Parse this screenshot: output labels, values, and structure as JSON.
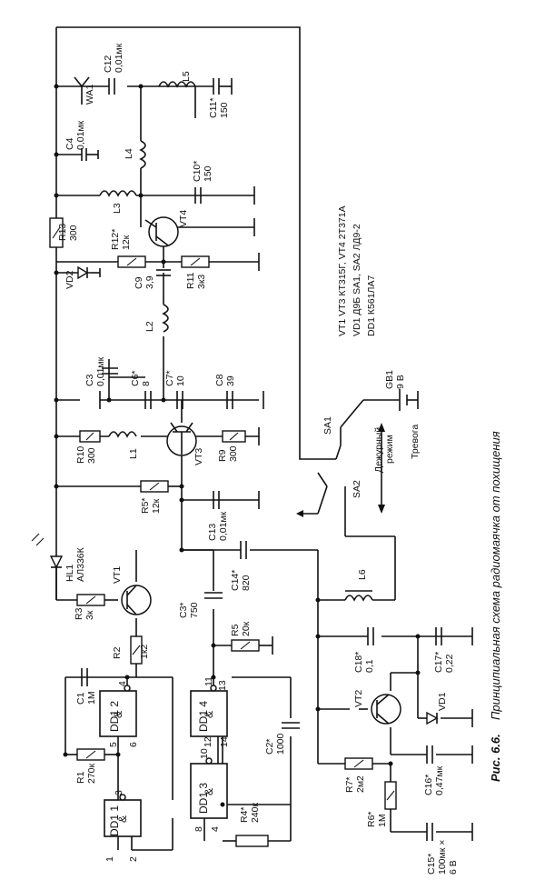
{
  "caption": {
    "number": "Рис. 6.6.",
    "text": "Принципиальная схема радиомаячка от похищения"
  },
  "components": {
    "WA1": {
      "ref": "WA1"
    },
    "C12": {
      "ref": "C12",
      "value": "0,01мк"
    },
    "L5": {
      "ref": "L5"
    },
    "C11": {
      "ref": "C11*",
      "value": "150"
    },
    "C4": {
      "ref": "C4",
      "value": "0,01мк"
    },
    "L4": {
      "ref": "L4"
    },
    "C10": {
      "ref": "C10*",
      "value": "150"
    },
    "L3": {
      "ref": "L3"
    },
    "VT4": {
      "ref": "VT4"
    },
    "R13": {
      "ref": "R13",
      "value": "300"
    },
    "R12": {
      "ref": "R12*",
      "value": "12к"
    },
    "R11": {
      "ref": "R11",
      "value": "3к3"
    },
    "C9": {
      "ref": "C9",
      "value": "3,9"
    },
    "VD2": {
      "ref": "VD2"
    },
    "L2": {
      "ref": "L2"
    },
    "C3": {
      "ref": "C3",
      "value": "0,01мк"
    },
    "C6": {
      "ref": "C6*",
      "value": "8"
    },
    "C7": {
      "ref": "C7*",
      "value": "10"
    },
    "C8": {
      "ref": "C8",
      "value": "39"
    },
    "R10": {
      "ref": "R10",
      "value": "300"
    },
    "L1": {
      "ref": "L1"
    },
    "VT3": {
      "ref": "VT3"
    },
    "R9": {
      "ref": "R9",
      "value": "300"
    },
    "R5": {
      "ref": "R5*",
      "value": "12к"
    },
    "C13": {
      "ref": "C13",
      "value": "0,01мк"
    },
    "HL1": {
      "ref": "HL1",
      "value": "АЛ336К"
    },
    "C14": {
      "ref": "C14*",
      "value": "820"
    },
    "L6": {
      "ref": "L6"
    },
    "R3": {
      "ref": "R3",
      "value": "3к"
    },
    "VT1": {
      "ref": "VT1"
    },
    "C3s": {
      "ref": "C3*",
      "value": "750"
    },
    "R2": {
      "ref": "R2",
      "value": "1к2"
    },
    "R5b": {
      "ref": "R5",
      "value": "20к"
    },
    "C18": {
      "ref": "C18*",
      "value": "0,1"
    },
    "C17": {
      "ref": "C17*",
      "value": "0,22"
    },
    "C1": {
      "ref": "C1",
      "value": "1М"
    },
    "DD12": {
      "ref": "DD1 2"
    },
    "DD14": {
      "ref": "DD1 4"
    },
    "C2": {
      "ref": "C2*",
      "value": "1000"
    },
    "VT2": {
      "ref": "VT2"
    },
    "VD1": {
      "ref": "VD1"
    },
    "R1": {
      "ref": "R1",
      "value": "270к"
    },
    "R7": {
      "ref": "R7*",
      "value": "2м2"
    },
    "C16": {
      "ref": "C16*",
      "value": "0,47мк"
    },
    "DD11": {
      "ref": "DD1 1"
    },
    "DD13": {
      "ref": "DD1 3"
    },
    "R4": {
      "ref": "R4*",
      "value": "240к"
    },
    "R6": {
      "ref": "R6*",
      "value": "1М"
    },
    "C15": {
      "ref": "C15*",
      "value": "100мк ×",
      "value2": "6 В"
    },
    "GB1": {
      "ref": "GB1",
      "value": "9 В"
    },
    "SA1": {
      "ref": "SA1"
    },
    "SA2": {
      "ref": "SA2"
    }
  },
  "gate_symbol": "&",
  "pins": {
    "p1": "1",
    "p2": "2",
    "p3": "3",
    "p4": "4",
    "p5": "5",
    "p6": "6",
    "p8": "8",
    "p4b": "4",
    "p10": "10",
    "p11": "11",
    "p12": "12",
    "p13": "13",
    "p14": "14"
  },
  "switch_modes": {
    "standby": "Дежурный",
    "standby2": "режим",
    "alarm": "Тревога"
  },
  "parts_list": [
    "VT1  VT3 КТ315Г, VT4 2Т371А",
    "VD1 Д9Б  SA1, SA2 ЛД9-2",
    "DD1 К561ЛА7"
  ]
}
